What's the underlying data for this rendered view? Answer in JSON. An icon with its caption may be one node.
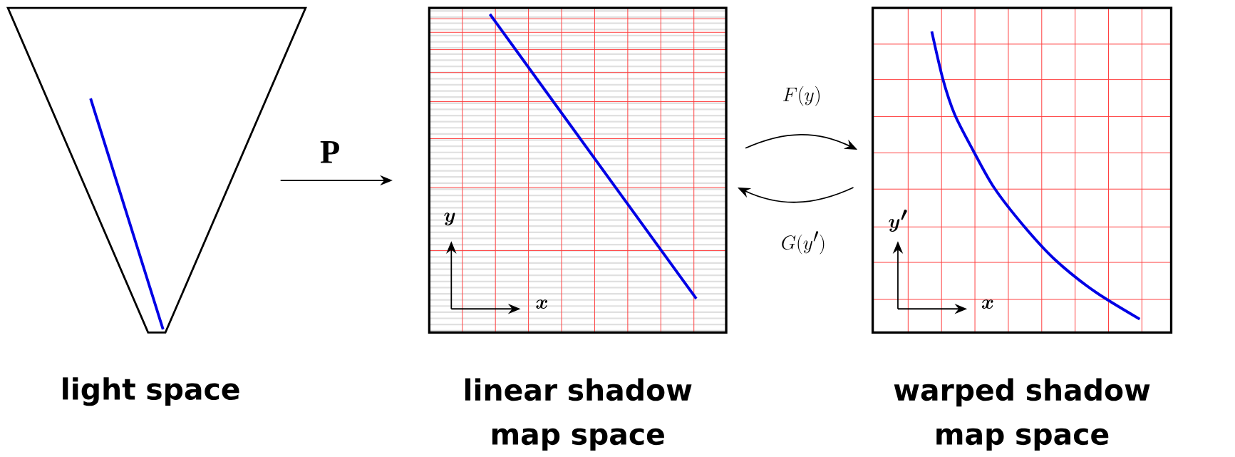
{
  "diagram": {
    "nodes": [
      {
        "text": [
          "light space"
        ]
      },
      {
        "text": [
          "linear shadow map space"
        ]
      },
      {
        "text": [
          "warped shadow map space"
        ]
      }
    ],
    "edges": [
      {
        "from": 0,
        "to": 1,
        "arrow": "to",
        "label": "P"
      },
      {
        "from": 1,
        "to": 2,
        "arrow": "to",
        "label": "F(y)"
      },
      {
        "from": 2,
        "to": 1,
        "arrow": "to",
        "label": "G(y')"
      }
    ],
    "labels": [
      "y",
      "x",
      "y'",
      "x"
    ]
  }
}
